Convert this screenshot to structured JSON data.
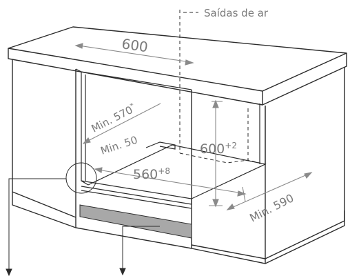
{
  "labels": {
    "air_outlets": "Saídas de ar",
    "width_600": "600",
    "min_570_base": "Min. 570",
    "min_570_sup": "*",
    "min_50": "Min. 50",
    "height_base": "600",
    "height_sup": "+2",
    "width_560_base": "560",
    "width_560_sup": "+8",
    "min_590": "Min. 590"
  },
  "colors": {
    "line": "#2b2b2b",
    "dimension": "#8a8a8a",
    "text": "#7a7a7a",
    "vent_fill": "#a8a8a8",
    "background": "#ffffff"
  }
}
